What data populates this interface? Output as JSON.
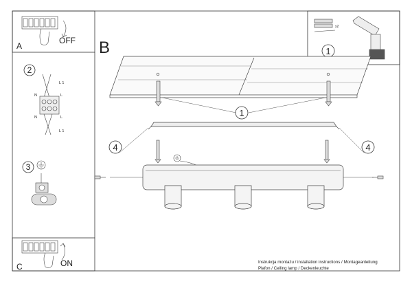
{
  "panel_a": {
    "letter": "A",
    "label": "OFF"
  },
  "panel_b": {
    "letter": "B"
  },
  "panel_c": {
    "letter": "C",
    "label": "ON"
  },
  "steps": {
    "one": "1",
    "two": "2",
    "three": "3",
    "four": "4"
  },
  "wiring": {
    "n": "N",
    "l": "L",
    "l1": "L 1"
  },
  "tools": {
    "qty": "x2"
  },
  "footer": {
    "line1": "Instrukcja montażu / installation instructions / Montageanleitung",
    "line2": "Plafon / Ceiling lamp / Deckenleuchte"
  }
}
